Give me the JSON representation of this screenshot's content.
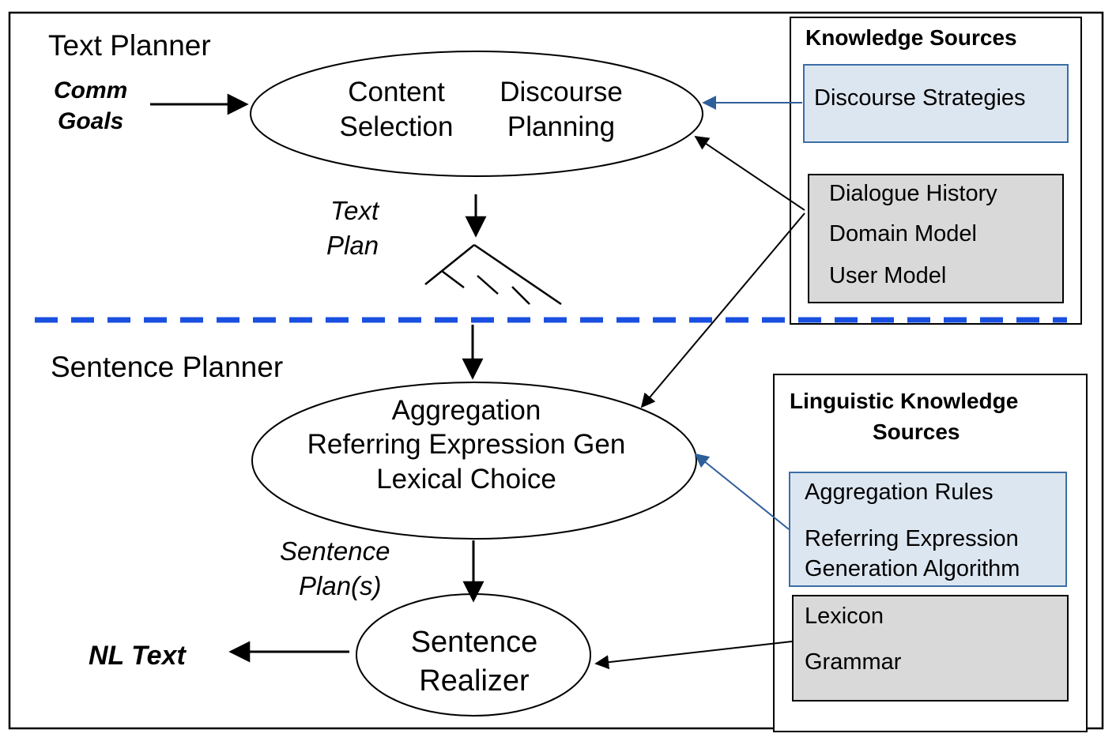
{
  "text_planner": {
    "title": "Text Planner",
    "input_line1": "Comm",
    "input_line2": "Goals",
    "component_a_line1": "Content",
    "component_a_line2": "Selection",
    "component_b_line1": "Discourse",
    "component_b_line2": "Planning",
    "output_line1": "Text",
    "output_line2": "Plan"
  },
  "sentence_planner": {
    "title": "Sentence Planner",
    "line1": "Aggregation",
    "line2": "Referring Expression Gen",
    "line3": "Lexical Choice",
    "output_line1": "Sentence",
    "output_line2": "Plan(s)"
  },
  "realizer": {
    "line1": "Sentence",
    "line2": "Realizer",
    "output": "NL Text"
  },
  "knowledge_sources": {
    "title": "Knowledge Sources",
    "blue_item": "Discourse Strategies",
    "gray_items": [
      "Dialogue History",
      "Domain Model",
      "User Model"
    ]
  },
  "linguistic_sources": {
    "title_line1": "Linguistic Knowledge",
    "title_line2": "Sources",
    "blue_items": [
      "Aggregation Rules",
      "Referring Expression",
      "Generation Algorithm"
    ],
    "gray_items": [
      "Lexicon",
      "Grammar"
    ]
  },
  "colors": {
    "blue_box_fill": "#dce6f1",
    "blue_box_border": "#3a6ea5",
    "gray_box_fill": "#d9d9d9",
    "dashed_divider": "#1a4fe0",
    "blue_arrow": "#2e5f99"
  }
}
